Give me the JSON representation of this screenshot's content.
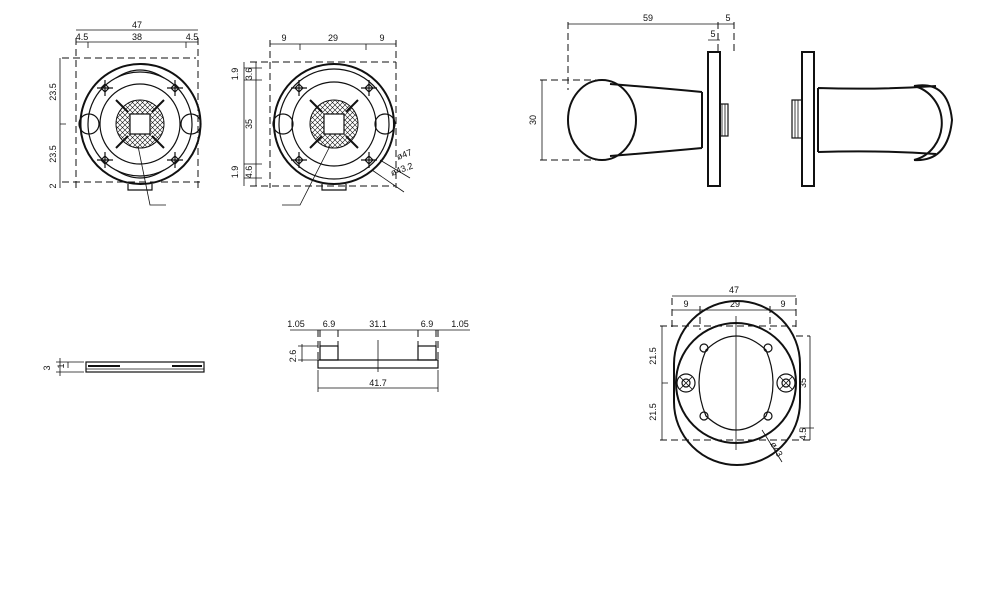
{
  "views": {
    "front_rose": {
      "overall_width": "47",
      "left_margin": "4.5",
      "inner_width": "38",
      "right_margin": "4.5",
      "upper_half": "23.5",
      "lower_half": "23.5",
      "bottom_offset": "2"
    },
    "rose_detail": {
      "left_offset": "9",
      "center_span": "29",
      "right_offset": "9",
      "top_gap": "1.9",
      "top_step": "3.6",
      "height": "35",
      "bottom_step": "4.6",
      "bottom_gap": "1.9",
      "outer_diameter": "ø47",
      "inner_diameter": "ø43.2"
    },
    "side_knob": {
      "length": "59",
      "plate_offset": "5",
      "plate_thickness": "5",
      "knob_height": "30"
    },
    "edge_view": {
      "thickness": "3",
      "step": "1"
    },
    "top_profile": {
      "left_edge": "1.05",
      "left_tab": "6.9",
      "center_span": "31.1",
      "right_tab": "6.9",
      "right_edge": "1.05",
      "tab_height": "2.6",
      "base_width": "41.7"
    },
    "back_plate": {
      "overall_width": "47",
      "left_offset": "9",
      "center_span": "29",
      "right_offset": "9",
      "upper_half": "21.5",
      "lower_half": "21.5",
      "height": "35",
      "bottom_offset": "4.5",
      "diameter": "ø43"
    }
  }
}
